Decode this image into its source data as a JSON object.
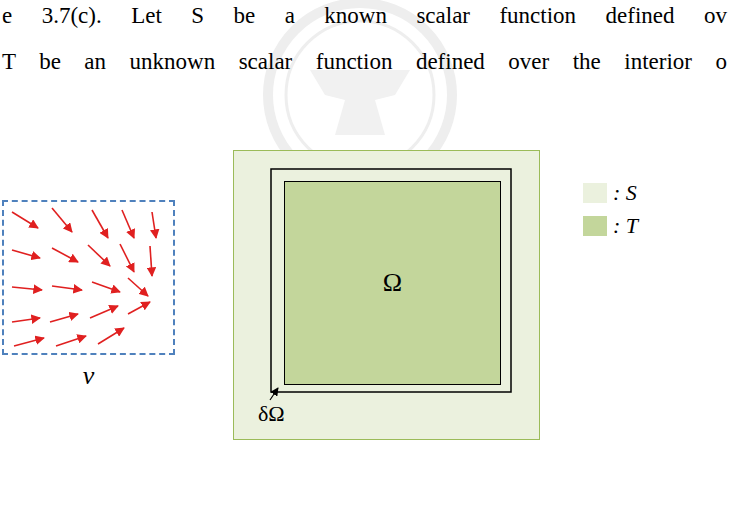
{
  "diagram": {
    "nodes": [
      {
        "text": [
          "v"
        ]
      },
      {
        "text": [
          "δΩ"
        ]
      },
      {
        "text": [
          "Ω"
        ],
        "in": 1
      }
    ],
    "labels": [
      "e 3.7(c). Let S be a known scalar function defined ov",
      "T be an unknown scalar function defined over the interior o"
    ],
    "legend": [
      {
        "text": ": S",
        "color": "#ebf1de"
      },
      {
        "text": ": T",
        "color": "#c3d69b"
      }
    ]
  }
}
